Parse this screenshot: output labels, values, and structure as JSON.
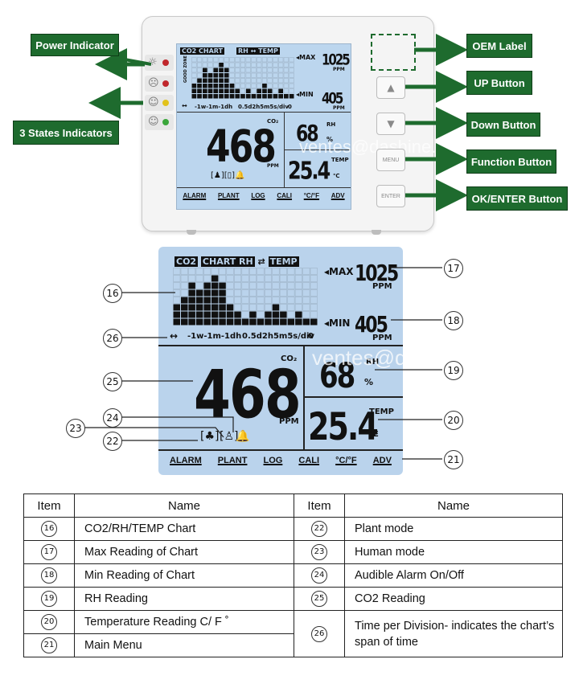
{
  "device": {
    "labels": {
      "power_indicator": "Power Indicator",
      "three_states": "3 States Indicators",
      "oem_label": "OEM Label",
      "up_button": "UP Button",
      "down_button": "Down Button",
      "function_button": "Function Button",
      "ok_button": "OK/ENTER Button"
    },
    "buttons": {
      "menu": "MENU",
      "enter": "ENTER"
    },
    "label_color": "#1e6b2e"
  },
  "lcd": {
    "co2_chart": "CO2 CHART",
    "co2_tag": "CO2",
    "chart_tag": "CHART",
    "rh_temp": "RH ↔ TEMP",
    "rh_tag": "RH",
    "temp_tag": "TEMP",
    "max_label": "◂MAX",
    "min_label": "◂MIN",
    "max_value": "1025",
    "min_value": "405",
    "ppm": "PPM",
    "good_zone": "GOOD ZONE",
    "time_scale": "-1w-1m-1dh",
    "time_div": "0.5d2h5m5s/div",
    "time_arrow": "↔",
    "zero": "0",
    "co2_value": "468",
    "co2_label": "CO₂",
    "rh_value": "68",
    "rh_unit": "%",
    "temp_value": "25.4",
    "temp_unit": "℃",
    "temp_unit_big": "°E",
    "menu": [
      "ALARM",
      "PLANT",
      "LOG",
      "CALI",
      "°C/°F",
      "ADV"
    ],
    "chart_bars": [
      3,
      4,
      6,
      5,
      6,
      7,
      6,
      3,
      2,
      1,
      2,
      1,
      2,
      3,
      2,
      1,
      2,
      1,
      1
    ],
    "bg_color": "#bad3ec"
  },
  "watermark": "ventes@dashine.com",
  "callouts": [
    "16",
    "17",
    "18",
    "19",
    "20",
    "21",
    "22",
    "23",
    "24",
    "25",
    "26"
  ],
  "table": {
    "headers": [
      "Item",
      "Name",
      "Item",
      "Name"
    ],
    "left": [
      {
        "num": "16",
        "name": "CO2/RH/TEMP Chart"
      },
      {
        "num": "17",
        "name": "Max Reading of Chart"
      },
      {
        "num": "18",
        "name": "Min Reading of Chart"
      },
      {
        "num": "19",
        "name": "RH Reading"
      },
      {
        "num": "20",
        "name": "Temperature Reading C/ F ˚"
      },
      {
        "num": "21",
        "name": "Main Menu"
      }
    ],
    "right": [
      {
        "num": "22",
        "name": "Plant mode"
      },
      {
        "num": "23",
        "name": "Human mode"
      },
      {
        "num": "24",
        "name": "Audible Alarm On/Off"
      },
      {
        "num": "25",
        "name": "CO2 Reading"
      },
      {
        "num": "26",
        "name": "Time per Division- indicates the chart’s span of time"
      }
    ]
  }
}
